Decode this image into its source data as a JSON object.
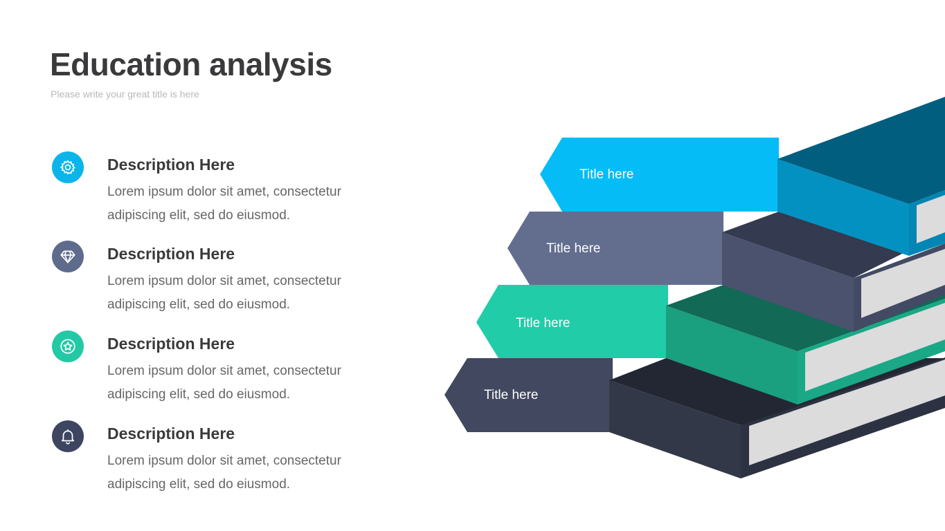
{
  "header": {
    "title": "Education analysis",
    "subtitle": "Please write your great title is here"
  },
  "items": [
    {
      "heading": "Description Here",
      "line1": "Lorem ipsum dolor sit amet, consectetur",
      "line2": "adipiscing elit, sed do eiusmod.",
      "icon": "gear-icon",
      "color": "#0bb5ea"
    },
    {
      "heading": "Description Here",
      "line1": "Lorem ipsum dolor sit amet, consectetur",
      "line2": "adipiscing elit, sed do eiusmod.",
      "icon": "diamond-icon",
      "color": "#5f6b8c"
    },
    {
      "heading": "Description Here",
      "line1": "Lorem ipsum dolor sit amet, consectetur",
      "line2": "adipiscing elit, sed do eiusmod.",
      "icon": "star-badge-icon",
      "color": "#22c9a5"
    },
    {
      "heading": "Description Here",
      "line1": "Lorem ipsum dolor sit amet, consectetur",
      "line2": "adipiscing elit, sed do eiusmod.",
      "icon": "bell-icon",
      "color": "#3d4561"
    }
  ],
  "steps": [
    {
      "label": "Title here",
      "color": "#05bcf7",
      "top": "#015e7e",
      "side": "#0391c2"
    },
    {
      "label": "Title here",
      "color": "#636e8f",
      "top": "#343a4f",
      "side": "#4a526d"
    },
    {
      "label": "Title here",
      "color": "#21cca8",
      "top": "#126955",
      "side": "#1a9f7f"
    },
    {
      "label": "Title here",
      "color": "#41485f",
      "top": "#232734",
      "side": "#333848"
    }
  ]
}
